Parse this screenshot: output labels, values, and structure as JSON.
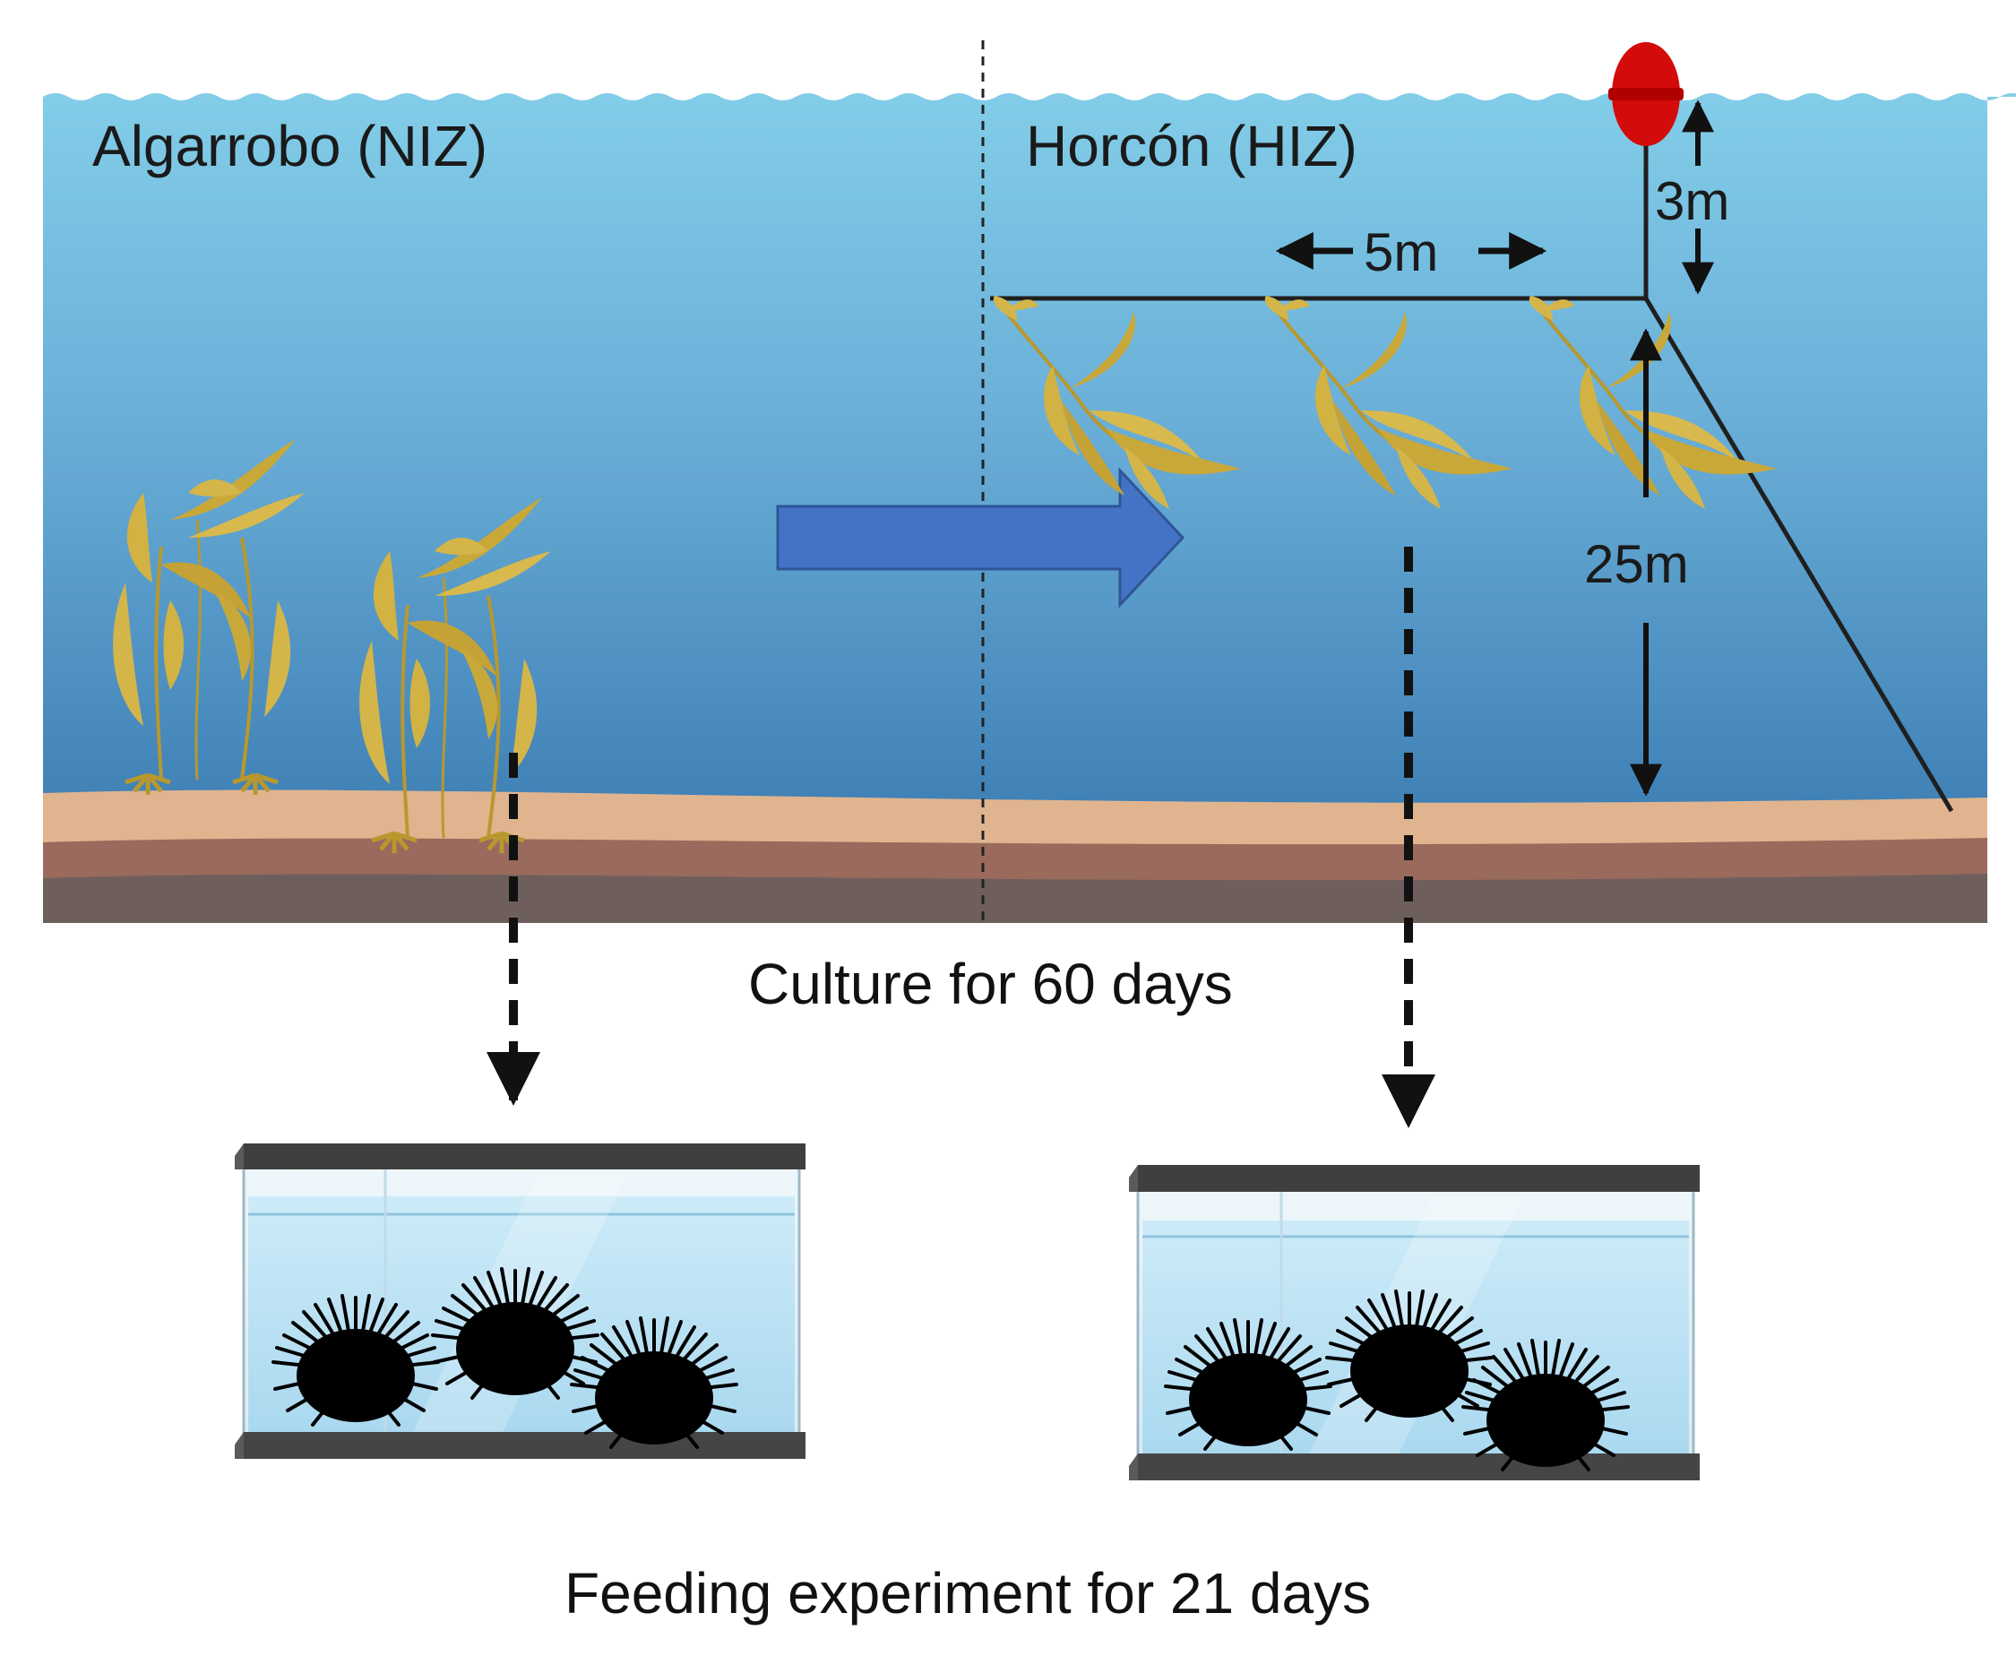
{
  "sites": {
    "left": "Algarrobo (NIZ)",
    "right": "Horcón (HIZ)"
  },
  "dimensions": {
    "spacing": "5m",
    "buoy_depth": "3m",
    "line_depth": "25m"
  },
  "captions": {
    "culture": "Culture for 60 days",
    "feeding": "Feeding experiment for 21 days"
  },
  "colors": {
    "water_top": "#7fcbe6",
    "water_bottom": "#3e7fb4",
    "sand": "#e0b48f",
    "sediment": "#9a6a5c",
    "bedrock": "#6f5f5c",
    "kelp": "#c9a83a",
    "buoy": "#d40b0b",
    "arrow": "#4472c4",
    "tank_water": "#bfe3f4",
    "tank_frame": "#454545"
  },
  "icons": [
    "kelp-icon",
    "buoy-icon",
    "sea-urchin-icon",
    "aquarium-tank-icon",
    "transfer-arrow-icon"
  ]
}
